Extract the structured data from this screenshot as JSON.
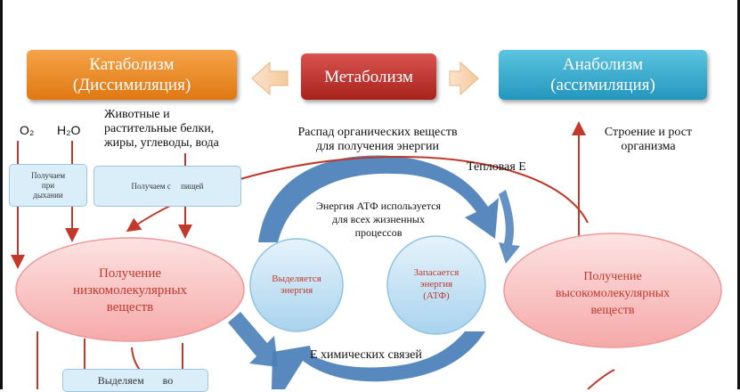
{
  "boxes": {
    "catabolism_line1": "Катаболизм",
    "catabolism_line2": "(Диссимиляция)",
    "metabolism": "Метаболизм",
    "anabolism_line1": "Анаболизм",
    "anabolism_line2": "(ассимиляция)"
  },
  "labels": {
    "o2": "O₂",
    "h2o": "H₂O",
    "food_line1": "Животные и",
    "food_line2": "растительные белки,",
    "food_line3": "жиры, углеводы, вода",
    "decay_line1": "Распад органических веществ",
    "decay_line2": "для получения энергии",
    "heat": "Тепловая Е",
    "structure_line1": "Строение и рост",
    "structure_line2": "организма",
    "atp_use_line1": "Энергия АТФ используется",
    "atp_use_line2": "для всех жизненных",
    "atp_use_line3": "процессов",
    "chem_bonds": "Е химических связей"
  },
  "small_boxes": {
    "breathing_line1": "Получаем",
    "breathing_line2": "при",
    "breathing_line3": "дыхании",
    "food": "Получаем с     пищей",
    "excrete": "Выделяем       во"
  },
  "ellipses": {
    "low_line1": "Получение",
    "low_line2": "низкомолекулярных",
    "low_line3": "веществ",
    "high_line1": "Получение",
    "high_line2": "высокомолекулярных",
    "high_line3": "веществ"
  },
  "circles": {
    "released_line1": "Выделяется",
    "released_line2": "энергия",
    "stored_line1": "Запасается",
    "stored_line2": "энергия",
    "stored_line3": "(АТФ)"
  },
  "colors": {
    "catabolism": "#e8821c",
    "metabolism": "#c0392b",
    "anabolism": "#2fa6c8",
    "flow_arrow": "#c0392b",
    "cycle_arrow": "#4a7fb8"
  }
}
